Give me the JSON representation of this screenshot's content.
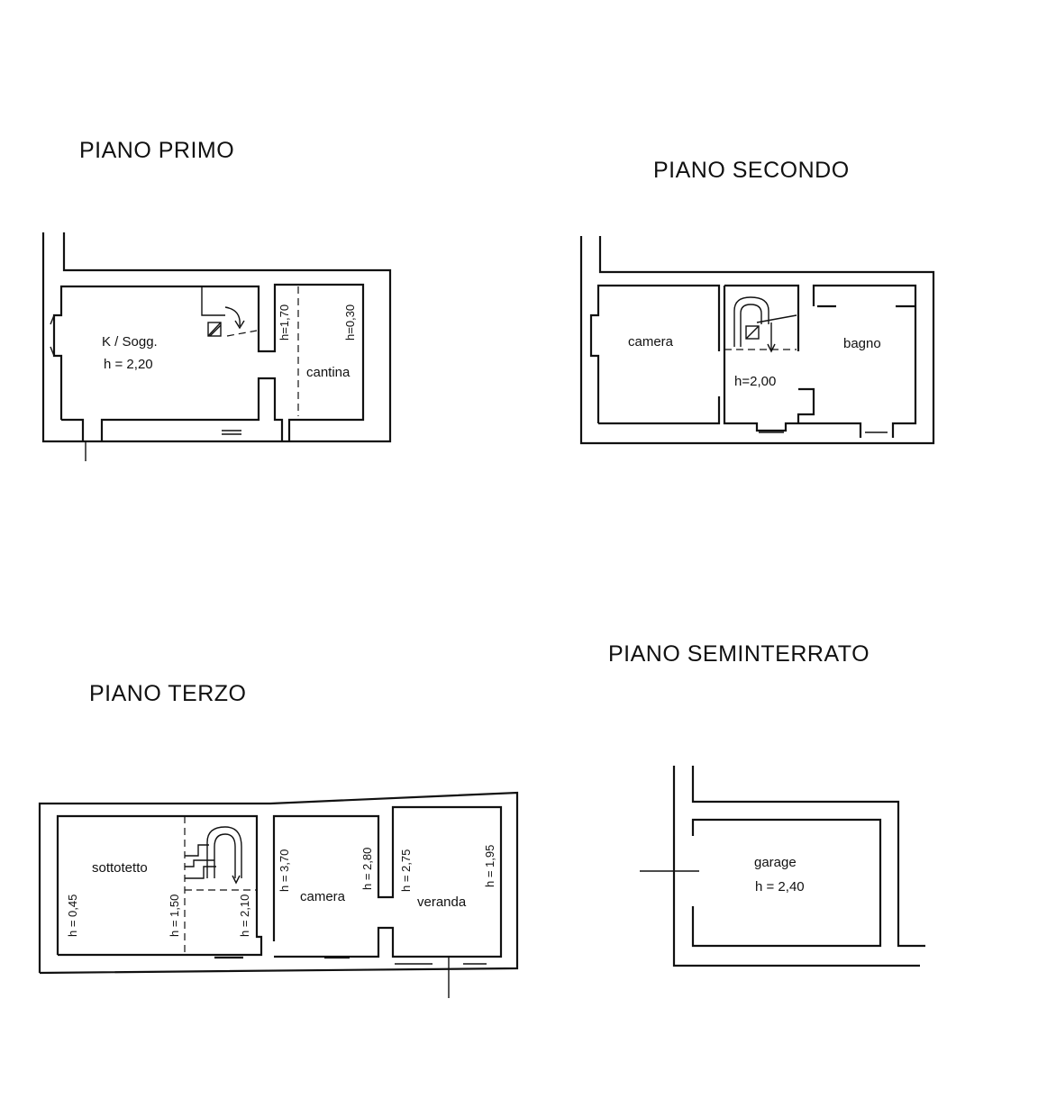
{
  "floors": {
    "primo": {
      "title": "PIANO   PRIMO",
      "rooms": {
        "kitchen": "K / Sogg.",
        "cantina": "cantina"
      },
      "heights": {
        "kitchen": "h = 2,20",
        "left": "h=1,70",
        "right": "h=0,30"
      }
    },
    "secondo": {
      "title": "PIANO  SECONDO",
      "rooms": {
        "camera": "camera",
        "bagno": "bagno"
      },
      "heights": {
        "stair": "h=2,00"
      }
    },
    "terzo": {
      "title": "PIANO  TERZO",
      "rooms": {
        "sottotetto": "sottotetto",
        "camera": "camera",
        "veranda": "veranda"
      },
      "heights": {
        "h045": "h = 0,45",
        "h150": "h = 1,50",
        "h210": "h = 2,10",
        "h370": "h = 3,70",
        "h280": "h = 2,80",
        "h275": "h = 2,75",
        "h195": "h = 1,95"
      }
    },
    "seminterrato": {
      "title": "PIANO  SEMINTERRATO",
      "rooms": {
        "garage": "garage"
      },
      "heights": {
        "garage": "h = 2,40"
      }
    }
  }
}
